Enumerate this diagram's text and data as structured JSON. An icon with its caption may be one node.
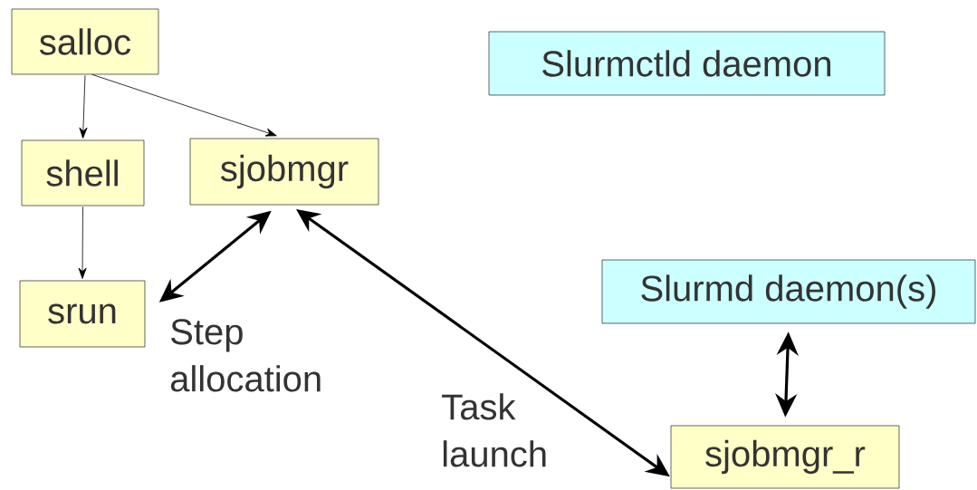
{
  "diagram": {
    "nodes": [
      {
        "text": [
          "salloc"
        ]
      },
      {
        "text": [
          "Slurmctld daemon"
        ]
      },
      {
        "text": [
          "shell"
        ]
      },
      {
        "text": [
          "sjobmgr"
        ]
      },
      {
        "text": [
          "srun"
        ]
      },
      {
        "text": [
          "Slurmd daemon(s)"
        ]
      },
      {
        "text": [
          "sjobmgr_r"
        ]
      }
    ],
    "edges": [
      {
        "from": 0,
        "to": 2,
        "arrow": "to"
      },
      {
        "from": 0,
        "to": 3,
        "arrow": "to"
      },
      {
        "from": 2,
        "to": 4,
        "arrow": "to"
      },
      {
        "from": 4,
        "to": 3,
        "arrow": "both",
        "style": "thick",
        "label": "Step allocation"
      },
      {
        "from": 3,
        "to": 6,
        "arrow": "both",
        "style": "thick",
        "label": "Task launch"
      },
      {
        "from": 5,
        "to": 6,
        "arrow": "both",
        "style": "thick"
      }
    ]
  }
}
